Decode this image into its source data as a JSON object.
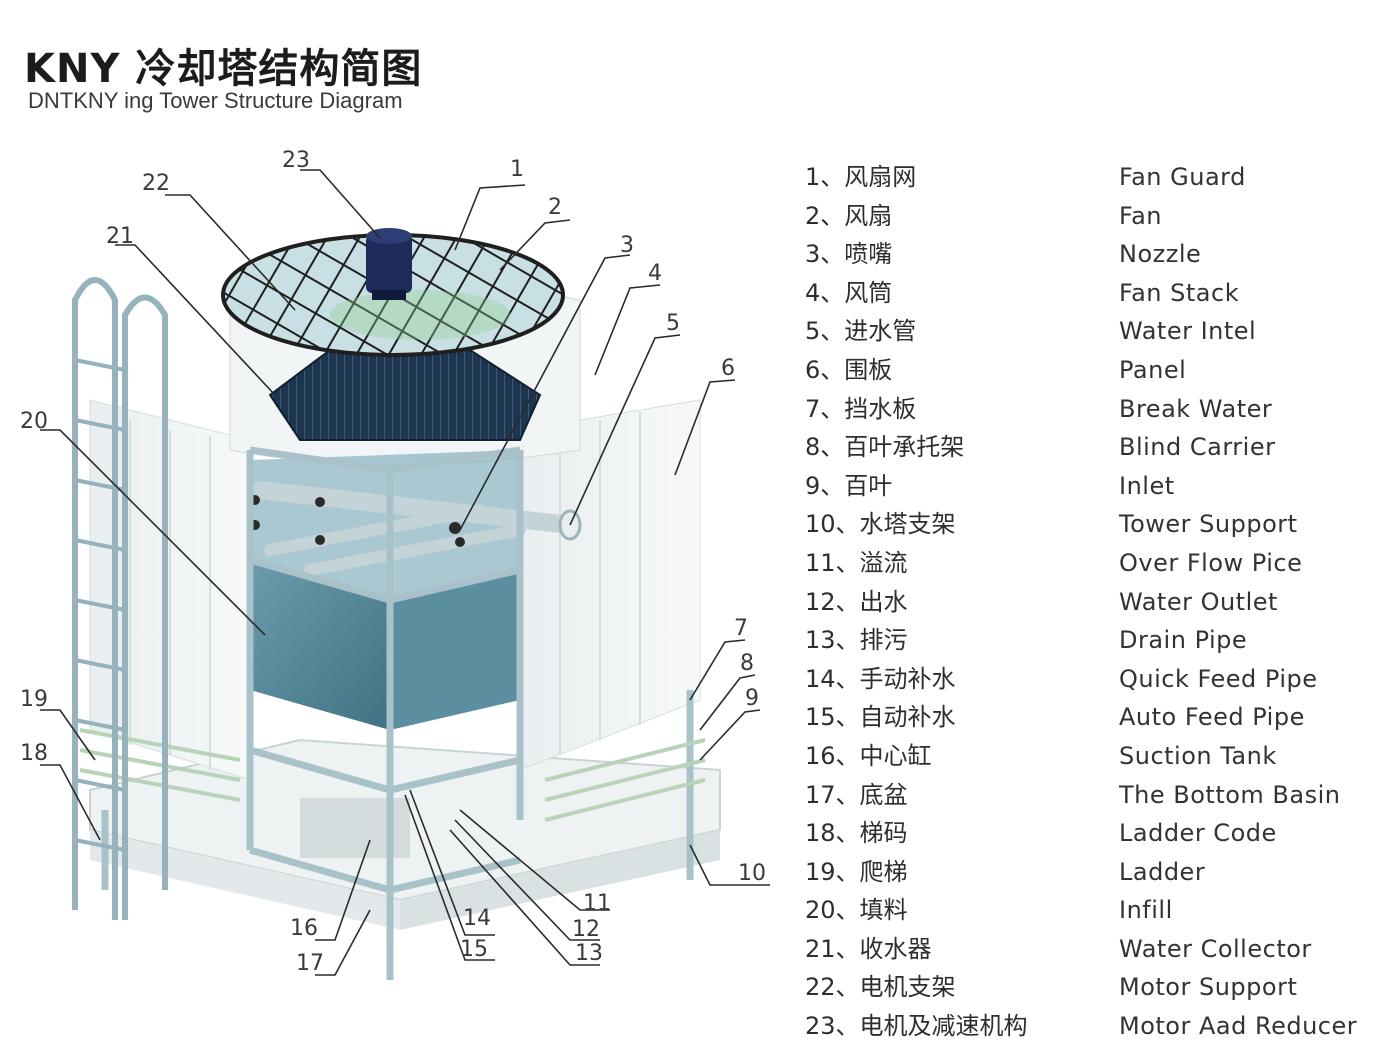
{
  "header": {
    "title_cn": "KNY 冷却塔结构简图",
    "title_en": "DNTKNY ing Tower Structure Diagram"
  },
  "diagram": {
    "callouts": [
      "1",
      "2",
      "3",
      "4",
      "5",
      "6",
      "7",
      "8",
      "9",
      "10",
      "11",
      "12",
      "13",
      "14",
      "15",
      "16",
      "17",
      "18",
      "19",
      "20",
      "21",
      "22",
      "23"
    ]
  },
  "legend": [
    {
      "cn": "1、风扇网",
      "en": "Fan Guard"
    },
    {
      "cn": "2、风扇",
      "en": "Fan"
    },
    {
      "cn": "3、喷嘴",
      "en": "Nozzle"
    },
    {
      "cn": "4、风筒",
      "en": "Fan Stack"
    },
    {
      "cn": "5、进水管",
      "en": "Water Intel"
    },
    {
      "cn": "6、围板",
      "en": "Panel"
    },
    {
      "cn": "7、挡水板",
      "en": "Break Water"
    },
    {
      "cn": "8、百叶承托架",
      "en": "Blind Carrier"
    },
    {
      "cn": "9、百叶",
      "en": "Inlet"
    },
    {
      "cn": "10、水塔支架",
      "en": "Tower Support"
    },
    {
      "cn": "11、溢流",
      "en": "Over Flow Pice"
    },
    {
      "cn": "12、出水",
      "en": "Water Outlet"
    },
    {
      "cn": "13、排污",
      "en": "Drain Pipe"
    },
    {
      "cn": "14、手动补水",
      "en": "Quick Feed Pipe"
    },
    {
      "cn": "15、自动补水",
      "en": "Auto Feed Pipe"
    },
    {
      "cn": "16、中心缸",
      "en": "Suction Tank"
    },
    {
      "cn": "17、底盆",
      "en": "The Bottom Basin"
    },
    {
      "cn": "18、梯码",
      "en": "Ladder Code"
    },
    {
      "cn": "19、爬梯",
      "en": "Ladder"
    },
    {
      "cn": "20、填料",
      "en": "Infill"
    },
    {
      "cn": "21、收水器",
      "en": "Water Collector"
    },
    {
      "cn": "22、电机支架",
      "en": "Motor Support"
    },
    {
      "cn": "23、电机及减速机构",
      "en": "Motor Aad Reducer"
    }
  ]
}
